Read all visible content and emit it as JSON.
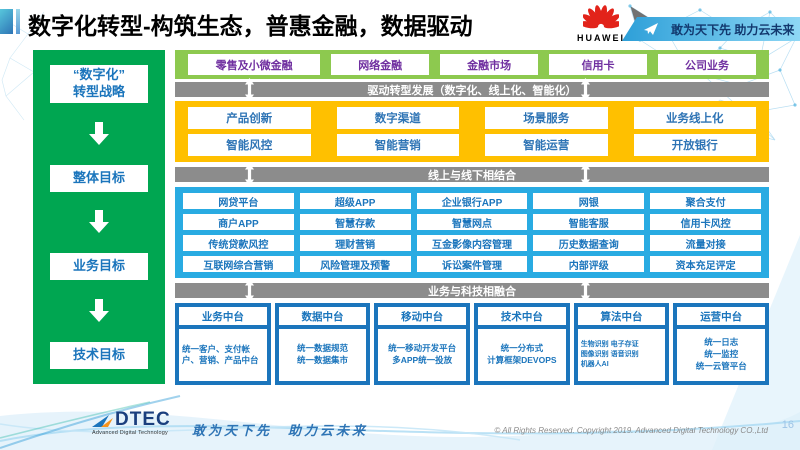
{
  "header": {
    "title": "数字化转型-构筑生态，普惠金融，数据驱动",
    "huawei_logo_text": "HUAWEI",
    "banner_slogan": "敢为天下先 助力云未来"
  },
  "strategy_panel": {
    "items": [
      {
        "lines": [
          "“数字化”",
          "转型战略"
        ]
      },
      {
        "lines": [
          "整体目标"
        ]
      },
      {
        "lines": [
          "业务目标"
        ]
      },
      {
        "lines": [
          "技术目标"
        ]
      }
    ]
  },
  "business_lines": {
    "items": [
      "零售及小微金融",
      "网络金融",
      "金融市场",
      "信用卡",
      "公司业务"
    ]
  },
  "bars": {
    "drive": "驱动转型发展（数字化、线上化、智能化）",
    "online_offline": "线上与线下相结合",
    "tech_fusion": "业务与科技相融合"
  },
  "capabilities": {
    "rows": [
      [
        "产品创新",
        "数字渠道",
        "场景服务",
        "业务线上化"
      ],
      [
        "智能风控",
        "智能营销",
        "智能运营",
        "开放银行"
      ]
    ]
  },
  "applications": {
    "rows": [
      [
        "网贷平台",
        "超级APP",
        "企业银行APP",
        "网银",
        "聚合支付"
      ],
      [
        "商户APP",
        "智慧存款",
        "智慧网点",
        "智能客服",
        "信用卡风控"
      ],
      [
        "传统贷款风控",
        "理财营销",
        "互金影像内容管理",
        "历史数据查询",
        "流量对接"
      ],
      [
        "互联网综合营销",
        "风险管理及预警",
        "诉讼案件管理",
        "内部评级",
        "资本充足评定"
      ]
    ]
  },
  "platforms": {
    "columns": [
      {
        "title": "业务中台",
        "details": [
          "统一客户、支付帐户、营销、产品中台"
        ]
      },
      {
        "title": "数据中台",
        "details": [
          "统一数据规范",
          "统一数据集市"
        ]
      },
      {
        "title": "移动中台",
        "details": [
          "统一移动开发平台",
          "多APP统一投放"
        ]
      },
      {
        "title": "技术中台",
        "details": [
          "统一分布式",
          "计算框架DEVOPS"
        ]
      },
      {
        "title": "算法中台",
        "details": [
          "生物识别 电子存证",
          "图像识别 语音识别",
          "机器人AI"
        ]
      },
      {
        "title": "运营中台",
        "details": [
          "统一日志",
          "统一监控",
          "统一云管平台"
        ]
      }
    ]
  },
  "footer": {
    "logo_text": "DTEC",
    "logo_subtext": "Advanced Digital Technology",
    "slogan": "敢为天下先　助力云未来",
    "copyright": "© All Rights Reserved. Copyright 2019. Advanced Digital Technology CO.,Ltd",
    "page_number": "16"
  },
  "colors": {
    "strategy_green": "#00a651",
    "business_light_green": "#8dc94f",
    "capability_yellow": "#ffc000",
    "application_sky_blue": "#29abe2",
    "platform_deep_blue": "#1b75bc",
    "gray_bar": "#8c8c8c",
    "business_text_purple": "#7030a0",
    "huawei_red": "#e2231a"
  }
}
